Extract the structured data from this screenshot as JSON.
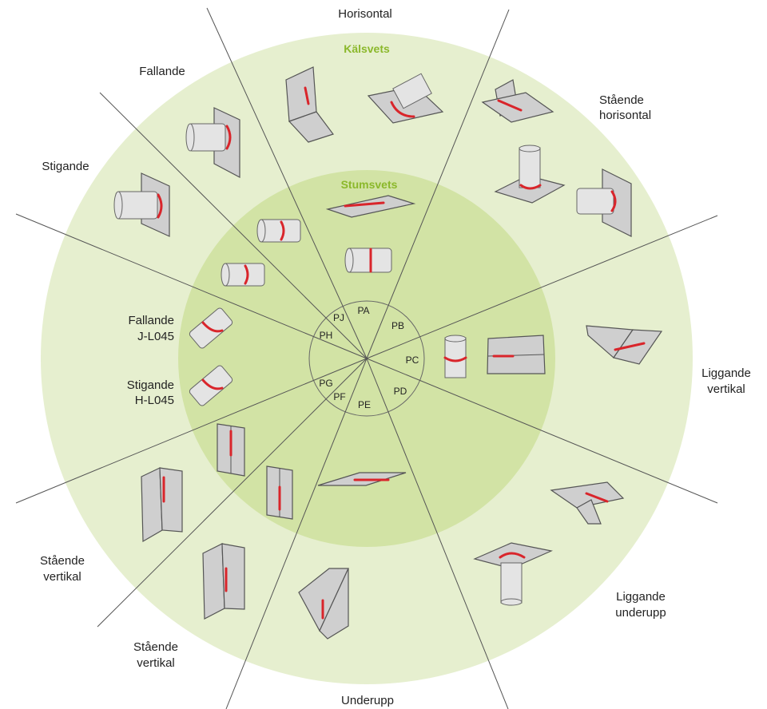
{
  "rings": {
    "outer_title": "Kälsvets",
    "inner_title": "Stumsvets"
  },
  "positions": {
    "horisontal": "Horisontal",
    "fallande": "Fallande",
    "stigande": "Stigande",
    "staende_horisontal_1": "Stående",
    "staende_horisontal_2": "horisontal",
    "fallande_jl_1": "Fallande",
    "fallande_jl_2": "J-L045",
    "stigande_hl_1": "Stigande",
    "stigande_hl_2": "H-L045",
    "liggande_vertikal_1": "Liggande",
    "liggande_vertikal_2": "vertikal",
    "staende_vertikal_a_1": "Stående",
    "staende_vertikal_a_2": "vertikal",
    "staende_vertikal_b_1": "Stående",
    "staende_vertikal_b_2": "vertikal",
    "liggande_underupp_1": "Liggande",
    "liggande_underupp_2": "underupp",
    "underupp": "Underupp"
  },
  "codes": {
    "pa": "PA",
    "pb": "PB",
    "pc": "PC",
    "pd": "PD",
    "pe": "PE",
    "pf": "PF",
    "pg": "PG",
    "ph": "PH",
    "pj": "PJ"
  },
  "colors": {
    "outer_ring": "#e6efcf",
    "inner_ring": "#d2e3a5",
    "title_green": "#8bb82b",
    "weld_red": "#d9252b"
  }
}
